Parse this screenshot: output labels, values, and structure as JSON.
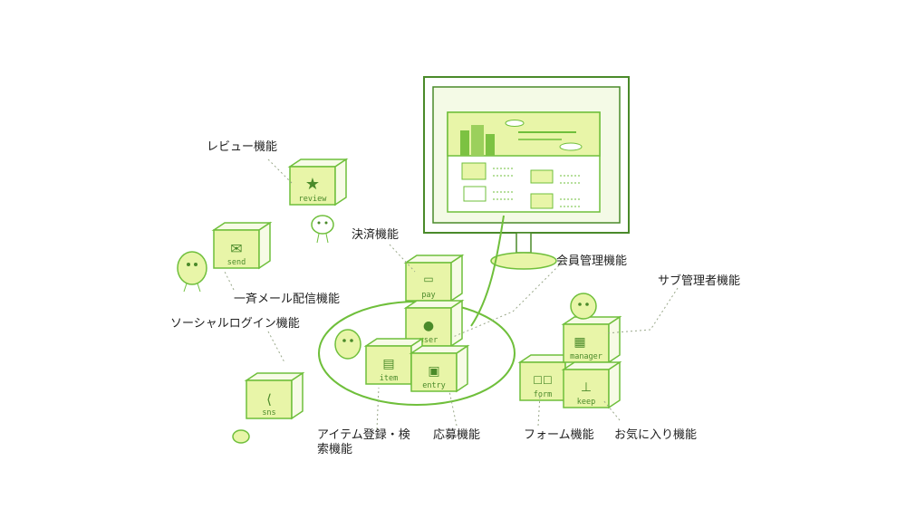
{
  "colors": {
    "line": "#6fbf3b",
    "line_dark": "#4a8a2a",
    "cube_face": "#e8f5a8",
    "cube_light": "#f7fbe6",
    "accent": "#7cc242",
    "monitor_fill": "#f4fae6"
  },
  "features": {
    "review": "レビュー機能",
    "mail": "一斉メール配信機能",
    "social_login": "ソーシャルログイン機能",
    "payment": "決済機能",
    "member": "会員管理機能",
    "sub_admin": "サブ管理者機能",
    "item_search": "アイテム登録・検索機能",
    "application": "応募機能",
    "form": "フォーム機能",
    "favorites": "お気に入り機能"
  },
  "cubes": {
    "review": "review",
    "send": "send",
    "sns": "sns",
    "pay": "pay",
    "user": "user",
    "item": "item",
    "entry": "entry",
    "manager": "manager",
    "form": "form",
    "keep": "keep"
  },
  "icons": {
    "review": "star-icon",
    "send": "mail-icon",
    "sns": "share-icon",
    "pay": "card-icon",
    "user": "person-icon",
    "item": "document-icon",
    "entry": "portrait-icon",
    "manager": "building-icon",
    "form": "checklist-icon",
    "keep": "pin-icon"
  }
}
